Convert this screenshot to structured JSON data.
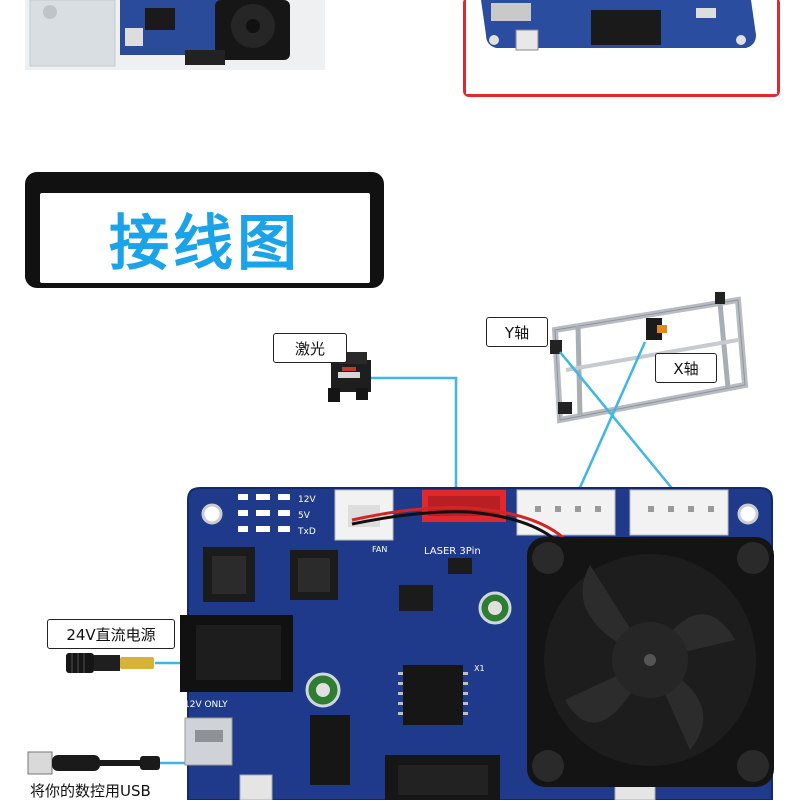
{
  "heading": {
    "title": "接线图"
  },
  "labels": {
    "laser": "激光",
    "y_axis": "Y轴",
    "x_axis": "X轴",
    "power": "24V直流电源",
    "usb_caption": "将你的数控用USB"
  },
  "board": {
    "silkscreen_laser": "LASER 3Pin",
    "silkscreen_12v_only": "12V ONLY",
    "silkscreen_12v": "12V",
    "silkscreen_5v": "5V",
    "silkscreen_txd": "TxD",
    "silkscreen_fan": "FAN",
    "silkscreen_x1": "X1"
  },
  "colors": {
    "accent_blue": "#1aa3e8",
    "frame_red": "#e0282e",
    "wire_blue": "#3fb6e3",
    "pcb_blue": "#1f3a8a"
  }
}
